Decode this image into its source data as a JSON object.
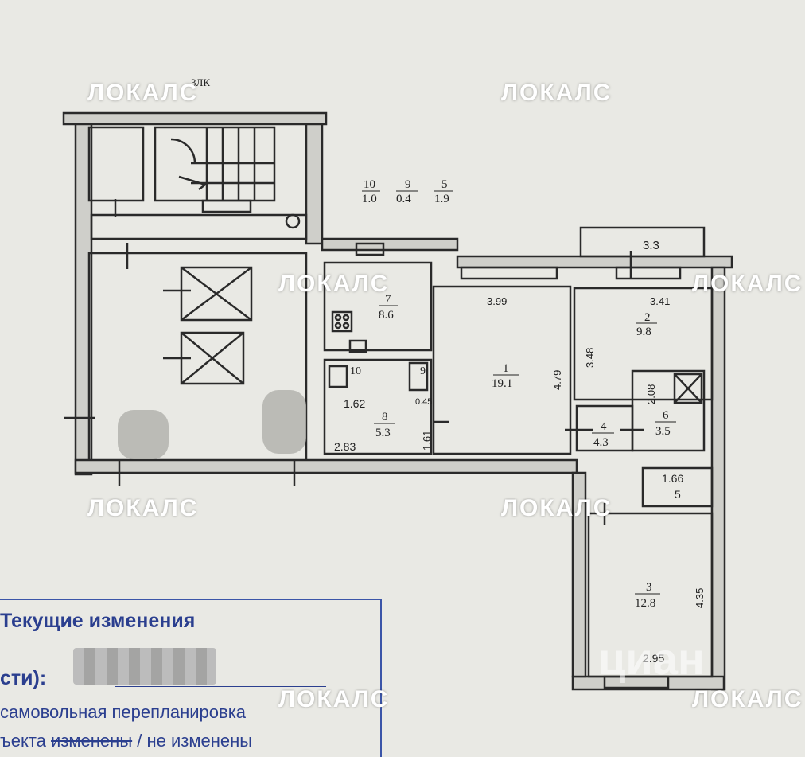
{
  "plan": {
    "corridor_label": "3ЛК",
    "area_legend": [
      {
        "num": "10",
        "area": "1.0"
      },
      {
        "num": "9",
        "area": "0.4"
      },
      {
        "num": "5",
        "area": "1.9"
      }
    ],
    "balcony_width": "3.3",
    "rooms": [
      {
        "num": "1",
        "area": "19.1",
        "width": "3.99",
        "height": "4.79"
      },
      {
        "num": "2",
        "area": "9.8",
        "width": "3.41",
        "height": "3.48"
      },
      {
        "num": "3",
        "area": "12.8",
        "width": "2.95",
        "height": "4.35"
      },
      {
        "num": "4",
        "area": "4.3"
      },
      {
        "num": "5",
        "width": "1.66"
      },
      {
        "num": "6",
        "area": "3.5",
        "height": "2.08"
      },
      {
        "num": "7",
        "area": "8.6"
      },
      {
        "num": "8",
        "area": "5.3",
        "width": "2.83",
        "dim1": "1.62",
        "dim2": "1.61"
      },
      {
        "num": "9",
        "dim": "0.45"
      },
      {
        "num": "10"
      }
    ]
  },
  "watermark": "ЛОКАЛС",
  "cian_mark": "циан",
  "stamp": {
    "title": "Текущие изменения",
    "owner_label": "сти):",
    "line1": "самовольная перепланировка",
    "line2_prefix": "ъекта",
    "line2_struck": "изменены",
    "line2_suffix": "/ не изменены"
  }
}
